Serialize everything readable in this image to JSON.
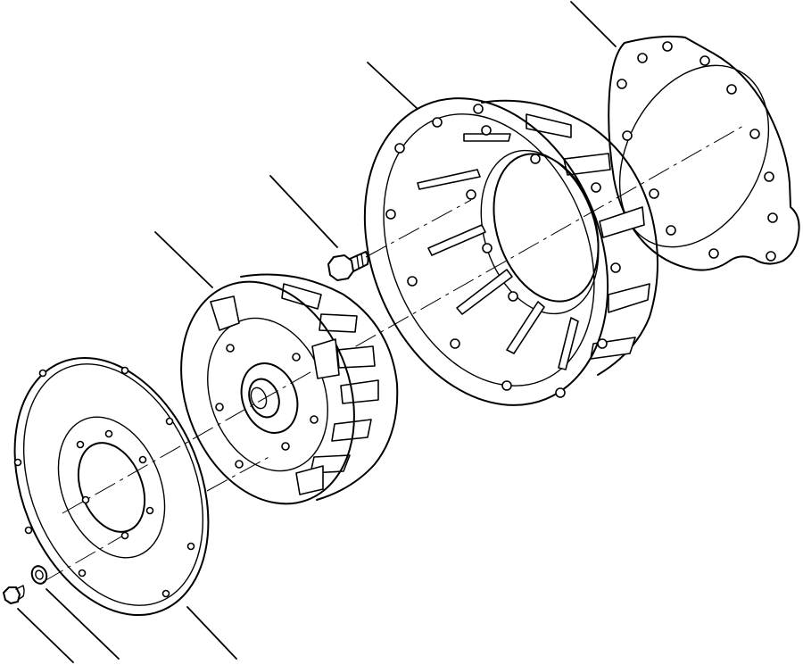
{
  "diagram": {
    "style": "exploded-view line drawing",
    "labels": [],
    "parts": [
      "flywheel-housing-gasket",
      "flywheel-housing",
      "housing-bolt",
      "torque-converter",
      "drive-plate",
      "washer",
      "drive-plate-bolt"
    ],
    "colors": {
      "ink": "#000000",
      "paper": "#ffffff"
    }
  }
}
